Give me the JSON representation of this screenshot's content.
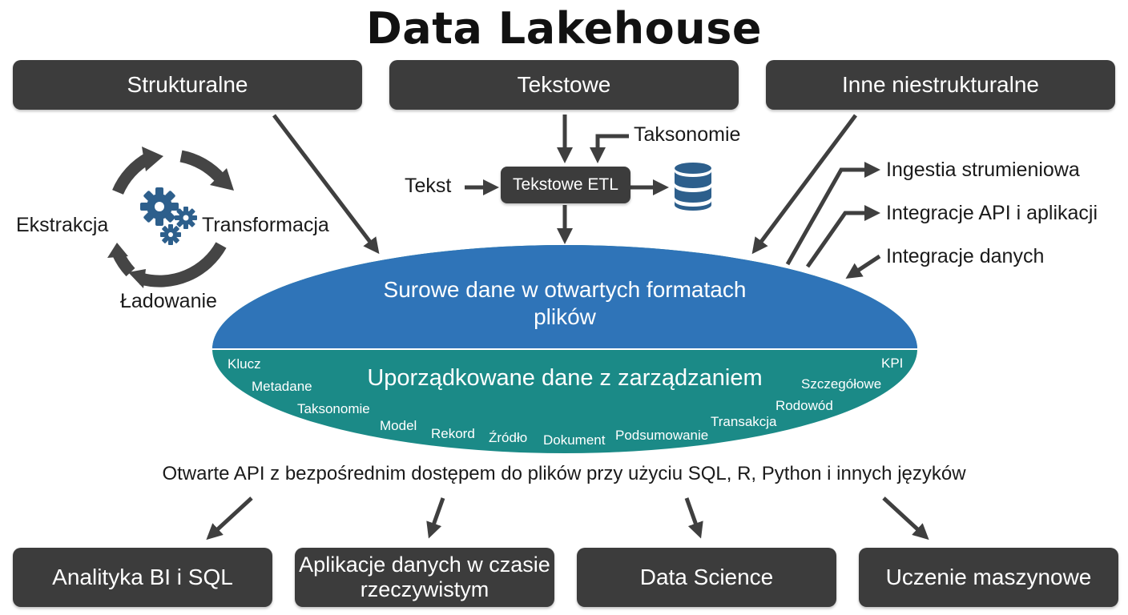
{
  "title": "Data Lakehouse",
  "sources": {
    "structured": "Strukturalne",
    "text": "Tekstowe",
    "other": "Inne niestrukturalne"
  },
  "etl_cycle": {
    "extract": "Ekstrakcja",
    "transform": "Transformacja",
    "load": "Ładowanie"
  },
  "text_pipeline": {
    "input": "Tekst",
    "etl": "Tekstowe ETL",
    "taxonomies": "Taksonomie"
  },
  "ingestion": {
    "streaming": "Ingestia strumieniowa",
    "api_apps": "Integracje API i aplikacji",
    "data_integration": "Integracje danych"
  },
  "lake": {
    "raw": "Surowe dane w otwartych formatach plików",
    "governed": "Uporządkowane dane z zarządzaniem",
    "tags": [
      "Klucz",
      "Metadane",
      "Taksonomie",
      "Model",
      "Rekord",
      "Źródło",
      "Dokument",
      "Podsumowanie",
      "Transakcja",
      "Rodowód",
      "Szczegółowe",
      "KPI"
    ]
  },
  "api_access": "Otwarte API z bezpośrednim dostępem do plików przy użyciu SQL, R, Python i innych języków",
  "outputs": {
    "bi": "Analityka BI i SQL",
    "realtime": "Aplikacje danych w czasie rzeczywistym",
    "ds": "Data Science",
    "ml": "Uczenie maszynowe"
  },
  "colors": {
    "box": "#3c3c3c",
    "raw_layer": "#2f74b8",
    "governed_layer": "#1b8a87",
    "arrow": "#3f3f3f",
    "icon_blue": "#2d5f8c"
  },
  "icons": [
    "etl-cycle-arrows-icon",
    "gears-icon",
    "database-icon"
  ]
}
